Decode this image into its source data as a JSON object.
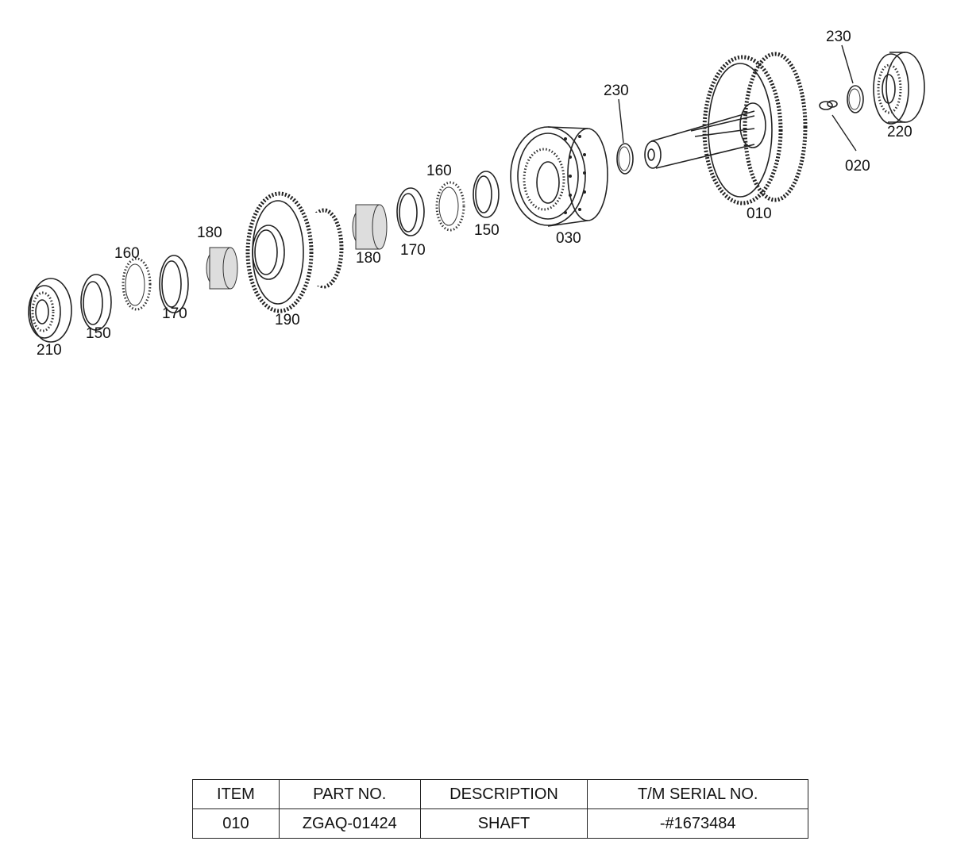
{
  "callouts": {
    "c210": "210",
    "c150a": "150",
    "c160a": "160",
    "c170a": "170",
    "c180a": "180",
    "c190": "190",
    "c180b": "180",
    "c170b": "170",
    "c160b": "160",
    "c150b": "150",
    "c030": "030",
    "c230a": "230",
    "c010": "010",
    "c020": "020",
    "c230b": "230",
    "c220": "220"
  },
  "table": {
    "headers": [
      "ITEM",
      "PART NO.",
      "DESCRIPTION",
      "T/M SERIAL NO."
    ],
    "rows": [
      [
        "010",
        "ZGAQ-01424",
        "SHAFT",
        "-#1673484"
      ]
    ]
  }
}
